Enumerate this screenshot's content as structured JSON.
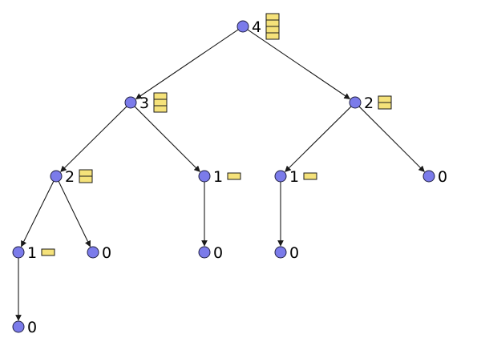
{
  "colors": {
    "node_fill": "#7b7bea",
    "stack_fill": "#f5e27a",
    "edge": "#1a1a1a",
    "background": "#ffffff"
  },
  "tree": {
    "nodes": [
      {
        "id": "n4",
        "label": "4",
        "stack_cells": 4
      },
      {
        "id": "n3",
        "label": "3",
        "stack_cells": 3
      },
      {
        "id": "n2r",
        "label": "2",
        "stack_cells": 2
      },
      {
        "id": "n2l",
        "label": "2",
        "stack_cells": 2
      },
      {
        "id": "n1m",
        "label": "1",
        "stack_cells": 1
      },
      {
        "id": "n1r",
        "label": "1",
        "stack_cells": 1
      },
      {
        "id": "n0r",
        "label": "0",
        "stack_cells": 0
      },
      {
        "id": "n1l",
        "label": "1",
        "stack_cells": 1
      },
      {
        "id": "n0a",
        "label": "0",
        "stack_cells": 0
      },
      {
        "id": "n0b",
        "label": "0",
        "stack_cells": 0
      },
      {
        "id": "n0c",
        "label": "0",
        "stack_cells": 0
      },
      {
        "id": "n0d",
        "label": "0",
        "stack_cells": 0
      }
    ],
    "edges": [
      {
        "from": "n4",
        "to": "n3"
      },
      {
        "from": "n4",
        "to": "n2r"
      },
      {
        "from": "n3",
        "to": "n2l"
      },
      {
        "from": "n3",
        "to": "n1m"
      },
      {
        "from": "n2r",
        "to": "n1r"
      },
      {
        "from": "n2r",
        "to": "n0r"
      },
      {
        "from": "n2l",
        "to": "n1l"
      },
      {
        "from": "n2l",
        "to": "n0a"
      },
      {
        "from": "n1m",
        "to": "n0b"
      },
      {
        "from": "n1r",
        "to": "n0c"
      },
      {
        "from": "n1l",
        "to": "n0d"
      }
    ]
  }
}
